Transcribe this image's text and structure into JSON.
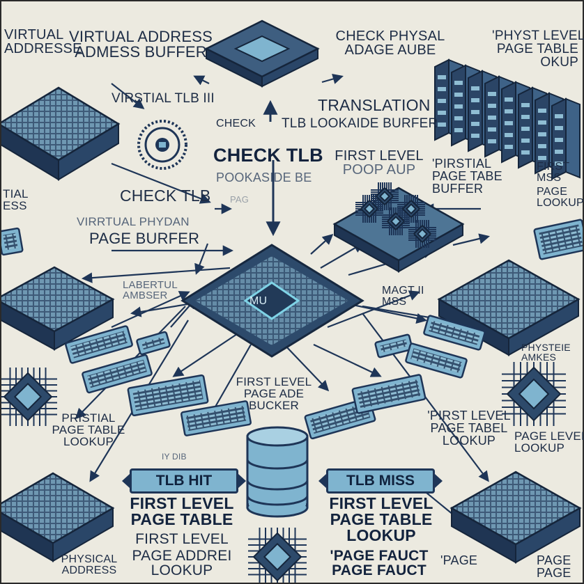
{
  "labels": {
    "top_left": [
      "VIRTUAL",
      "ADDRESSE"
    ],
    "virtual_address_buffer": [
      "VIRTUAL ADDRESS",
      "ADMESS BUFFER"
    ],
    "check_physal": [
      "CHECK PHYSAL",
      "ADAGE AUBE"
    ],
    "top_right": [
      "'PHYST LEVEL",
      "PAGE TABLE",
      "OKUP"
    ],
    "virstial_tlb": "VIRSTIAL TLB III",
    "translation": "TRANSLATION",
    "check_tlb_small": "CHECK",
    "tlb_lookaide": "TLB LOOKAIDE BURFER",
    "check_tlb_main": "CHECK TLB",
    "pookaside": "POOKASIDE BE",
    "pag_faint": "PAG",
    "first_level_poop": [
      "FIRST LEVEL",
      "POOP AUP"
    ],
    "pirstial_page": [
      "'PIRSTIAL",
      "PAGE TABE",
      "BUFFER"
    ],
    "left_edge": [
      "TIAL",
      "ESS"
    ],
    "check_tlb_left": "CHECK TLB",
    "virrtual_phydan": "VIRRTUAL PHYDAN",
    "page_burfer": "PAGE BURFER",
    "right_edge": [
      "FIRST",
      "MSS",
      "PAGE",
      "LOOKUP"
    ],
    "labertul": [
      "LABERTUL",
      "AMBSER"
    ],
    "mmu_chip": "MU",
    "magt_miss": [
      "MAGT II",
      "MSS"
    ],
    "phystei": [
      "PHYSTEIE",
      "AMKES"
    ],
    "first_level_page_ade": [
      "FIRST LEVEL",
      "PAGE ADE",
      "BUCKER"
    ],
    "pristial_page_table": [
      "PRISTIAL",
      "PAGE TABLE",
      "LOOKUP"
    ],
    "pirst_level_page_tabel": [
      "'PIRST LEVEL",
      "PAGE TABEL",
      "LOOKUP"
    ],
    "page_level": [
      "PAGE LEVEL",
      "LOOKUP"
    ],
    "tlb_hit": "TLB HIT",
    "tlb_miss": "TLB MISS",
    "first_level_page_table_left": [
      "FIRST LEVEL",
      "PAGE TABLE"
    ],
    "first_level_page_table_right": [
      "FIRST LEVEL",
      "PAGE TABLE",
      "LOOKUP"
    ],
    "first_level_left_lower": "FIRST LEVEL",
    "page_addrei": [
      "PAGE ADDREI",
      "LOOKUP"
    ],
    "physical_address": [
      "PHYSICAL",
      "ADDRESS"
    ],
    "page_fauct": [
      "'PAGE FAUCT",
      "PAGE FAUCT"
    ],
    "page_right_bottom": "'PAGE",
    "page_far_right": [
      "PAGE",
      "PAGE"
    ],
    "faint_bits": "IY DIB"
  },
  "colors": {
    "background": "#eceae0",
    "navy": "#1e3557",
    "teal": "#7fb4cf",
    "ink": "#13233d"
  },
  "icons": [
    "mmu-chip",
    "cpu-chip",
    "memory-module",
    "database-cylinder",
    "gear-badge",
    "server-rack"
  ]
}
